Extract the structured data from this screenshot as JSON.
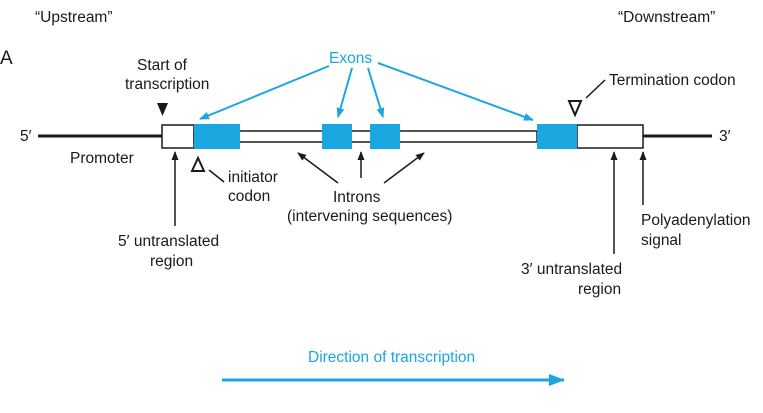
{
  "panel_label": "A",
  "upstream_label": "“Upstream”",
  "downstream_label": "“Downstream”",
  "five_prime": "5′",
  "three_prime": "3′",
  "promoter": "Promoter",
  "start_of_transcription": [
    "Start of",
    "transcription"
  ],
  "exons": "Exons",
  "termination_codon": "Termination codon",
  "initiator_codon": [
    "initiator",
    "codon"
  ],
  "introns": [
    "Introns",
    "(intervening sequences)"
  ],
  "five_utr": [
    "5′ untranslated",
    "region"
  ],
  "three_utr": [
    "3′ untranslated",
    "region"
  ],
  "polyadenylation": [
    "Polyadenylation",
    "signal"
  ],
  "direction": "Direction of transcription",
  "colors": {
    "exon": "#1aa7e0",
    "line": "#1a1a1a"
  }
}
